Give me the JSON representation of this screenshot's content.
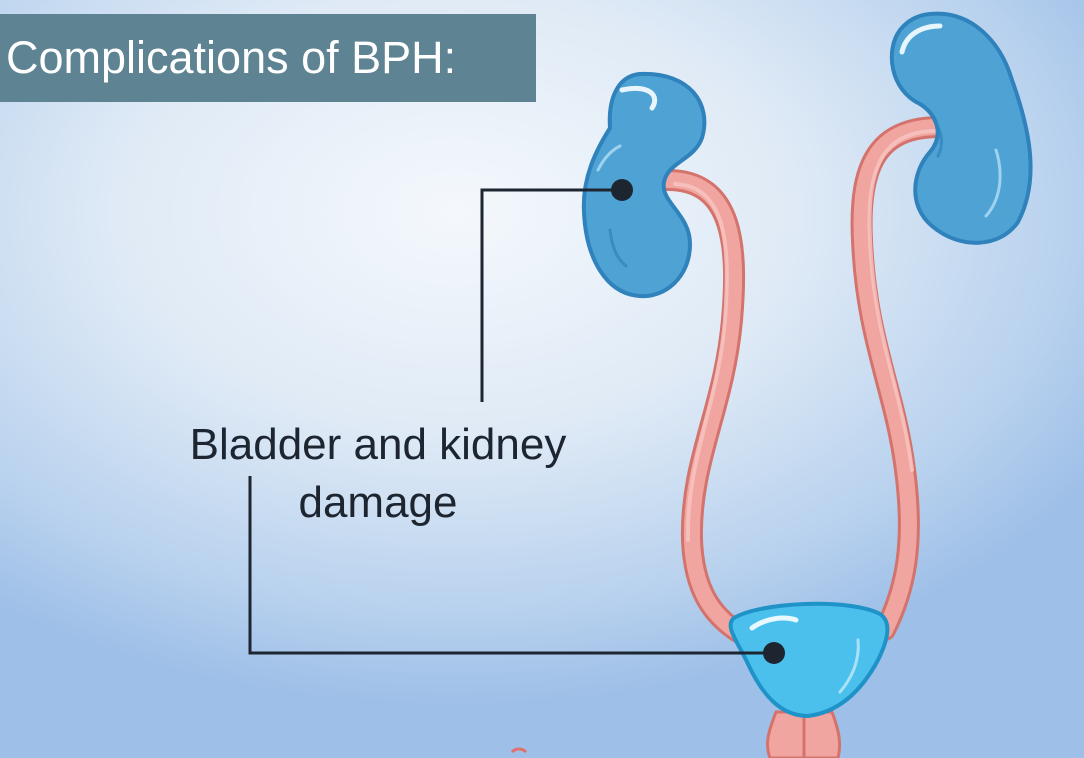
{
  "title": "Complications of BPH:",
  "callout": {
    "line1": "Bladder and kidney",
    "line2": "damage"
  },
  "colors": {
    "banner": "#5e8393",
    "kidney": "#4ea3d4",
    "kidney_outline": "#2f82bb",
    "ureter": "#f0a5a0",
    "ureter_outline": "#d4726c",
    "bladder": "#4cc0ec",
    "bladder_outline": "#1f93c8",
    "leader_line": "#1d2530",
    "label_text": "#1d2530"
  },
  "illustration": {
    "organs": [
      "left-kidney",
      "right-kidney",
      "left-ureter",
      "right-ureter",
      "bladder",
      "urethra"
    ],
    "callout_targets": [
      "left-kidney",
      "bladder"
    ]
  }
}
